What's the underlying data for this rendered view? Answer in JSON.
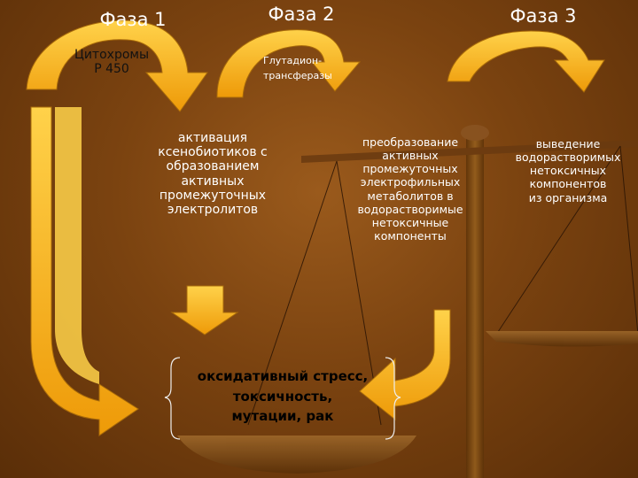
{
  "phases": [
    {
      "title": "Фаза 1",
      "enzyme_lines": [
        "Цитохромы",
        "Р 450"
      ],
      "description_lines": [
        "активация",
        "ксенобиотиков с",
        "образованием",
        "активных",
        "промежуточных",
        "электролитов"
      ]
    },
    {
      "title": "Фаза 2",
      "enzyme_lines": [
        "Глутадион-",
        "трансферазы"
      ],
      "description_lines": [
        "преобразование",
        "активных",
        "промежуточных",
        "электрофильных",
        "метаболитов в",
        "водорастворимые",
        "нетоксичные",
        "компоненты"
      ]
    },
    {
      "title": "Фаза 3",
      "description_lines": [
        "выведение",
        "водорастворимых",
        "нетоксичных",
        "компонентов",
        "из организма"
      ]
    }
  ],
  "outcome_lines": [
    "оксидативный стресс,",
    "токсичность,",
    "мутации, рак"
  ],
  "colors": {
    "arrow_fill": "#f5a90c",
    "arrow_light": "#ffc93a",
    "arrow_shadow": "#a86a0a",
    "background": "#7b4310",
    "scale_wood": "#7a4818",
    "scale_metal": "#8a5a2a"
  }
}
